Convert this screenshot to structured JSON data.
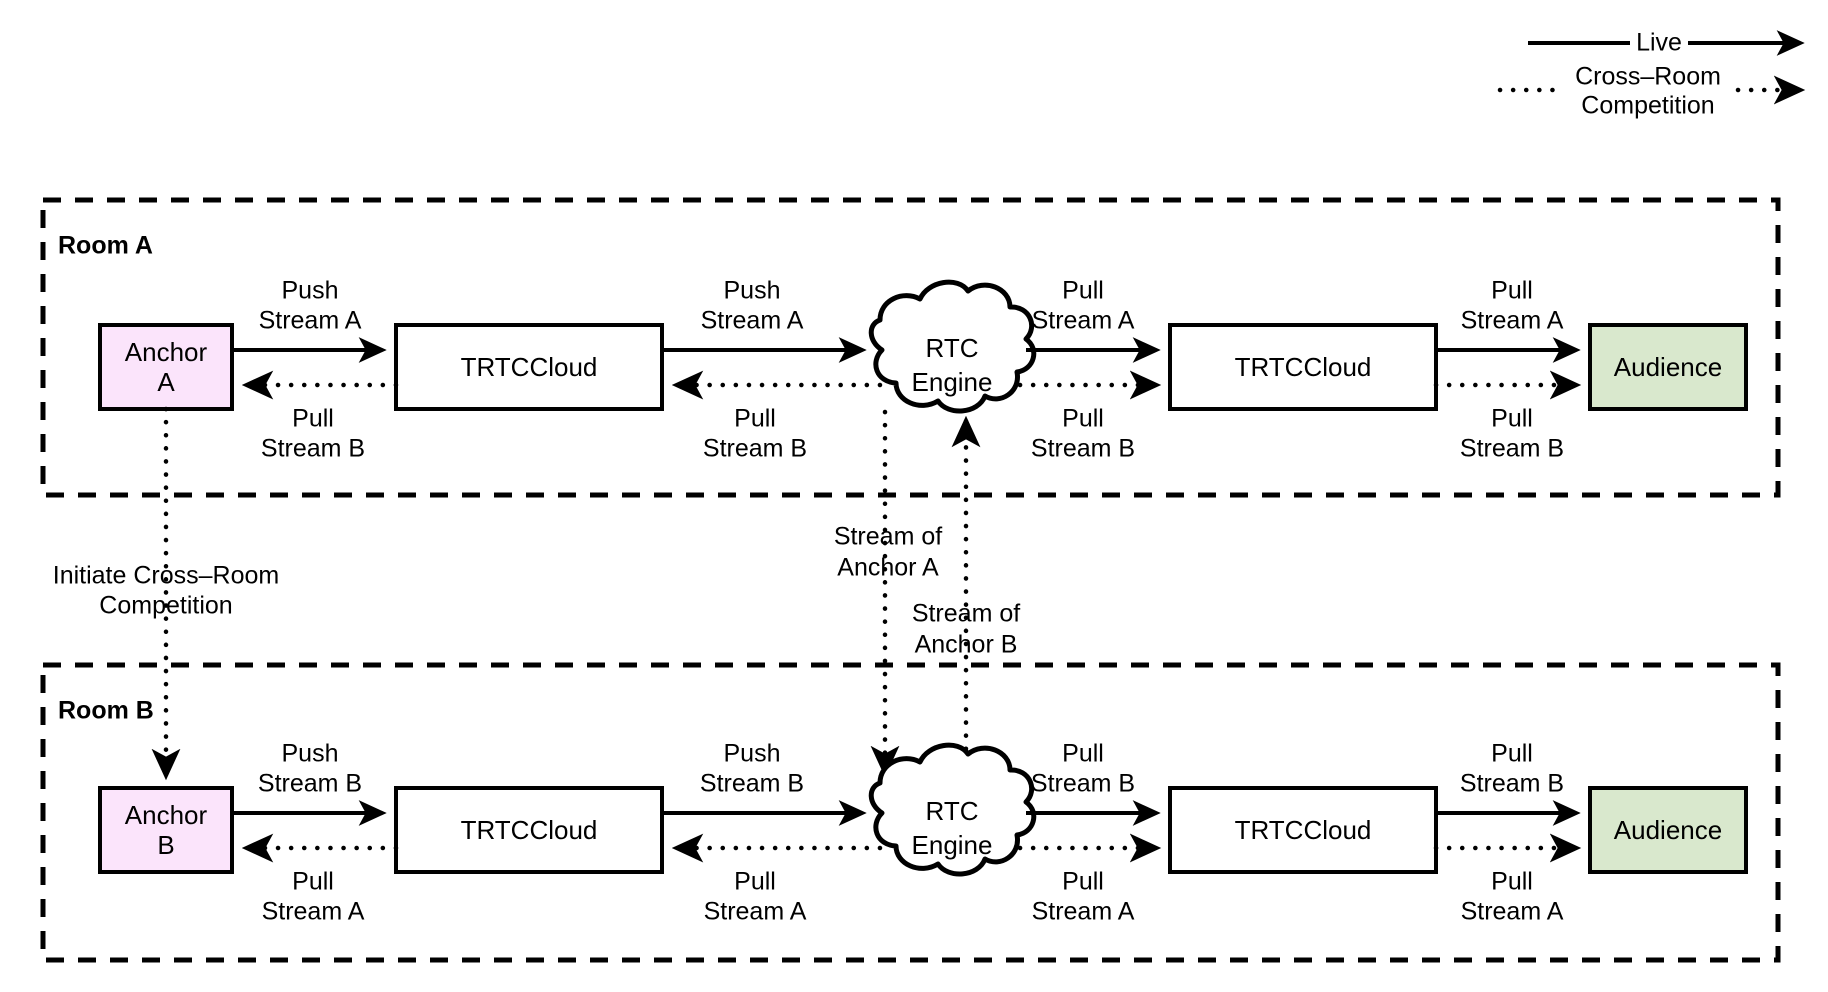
{
  "legend": {
    "live": {
      "label": "Live",
      "style": "solid-arrow"
    },
    "cross_room": {
      "label_line1": "Cross–Room",
      "label_line2": "Competition",
      "style": "dotted-arrow"
    }
  },
  "colors": {
    "anchor_fill": "#fbe4fb",
    "audience_fill": "#d9e8cd",
    "node_fill": "#ffffff",
    "stroke": "#000000",
    "background": "#ffffff"
  },
  "rooms": [
    {
      "id": "room-a",
      "title": "Room A",
      "nodes": {
        "anchor": {
          "label_line1": "Anchor",
          "label_line2": "A",
          "fill": "#fbe4fb"
        },
        "trtc_left": {
          "label": "TRTCCloud",
          "fill": "#ffffff"
        },
        "rtc_engine": {
          "label_line1": "RTC",
          "label_line2": "Engine",
          "fill": "#ffffff"
        },
        "trtc_right": {
          "label": "TRTCCloud",
          "fill": "#ffffff"
        },
        "audience": {
          "label": "Audience",
          "fill": "#d9e8cd"
        }
      },
      "edge_labels": {
        "anchor_to_trtc_top": {
          "line1": "Push",
          "line2": "Stream A"
        },
        "anchor_to_trtc_bottom": {
          "line1": "Pull",
          "line2": "Stream B"
        },
        "trtc_to_rtc_top": {
          "line1": "Push",
          "line2": "Stream A"
        },
        "trtc_to_rtc_bottom": {
          "line1": "Pull",
          "line2": "Stream B"
        },
        "rtc_to_trtc_top": {
          "line1": "Pull",
          "line2": "Stream A"
        },
        "rtc_to_trtc_bottom": {
          "line1": "Pull",
          "line2": "Stream B"
        },
        "trtc_to_audience_top": {
          "line1": "Pull",
          "line2": "Stream A"
        },
        "trtc_to_audience_bottom": {
          "line1": "Pull",
          "line2": "Stream B"
        }
      }
    },
    {
      "id": "room-b",
      "title": "Room B",
      "nodes": {
        "anchor": {
          "label_line1": "Anchor",
          "label_line2": "B",
          "fill": "#fbe4fb"
        },
        "trtc_left": {
          "label": "TRTCCloud",
          "fill": "#ffffff"
        },
        "rtc_engine": {
          "label_line1": "RTC",
          "label_line2": "Engine",
          "fill": "#ffffff"
        },
        "trtc_right": {
          "label": "TRTCCloud",
          "fill": "#ffffff"
        },
        "audience": {
          "label": "Audience",
          "fill": "#d9e8cd"
        }
      },
      "edge_labels": {
        "anchor_to_trtc_top": {
          "line1": "Push",
          "line2": "Stream B"
        },
        "anchor_to_trtc_bottom": {
          "line1": "Pull",
          "line2": "Stream A"
        },
        "trtc_to_rtc_top": {
          "line1": "Push",
          "line2": "Stream B"
        },
        "trtc_to_rtc_bottom": {
          "line1": "Pull",
          "line2": "Stream A"
        },
        "rtc_to_trtc_top": {
          "line1": "Pull",
          "line2": "Stream B"
        },
        "rtc_to_trtc_bottom": {
          "line1": "Pull",
          "line2": "Stream A"
        },
        "trtc_to_audience_top": {
          "line1": "Pull",
          "line2": "Stream B"
        },
        "trtc_to_audience_bottom": {
          "line1": "Pull",
          "line2": "Stream A"
        }
      }
    }
  ],
  "cross_links": {
    "initiate": {
      "line1": "Initiate Cross–Room",
      "line2": "Competition"
    },
    "stream_of_anchor_a": {
      "line1": "Stream of",
      "line2": "Anchor A"
    },
    "stream_of_anchor_b": {
      "line1": "Stream of",
      "line2": "Anchor B"
    }
  }
}
